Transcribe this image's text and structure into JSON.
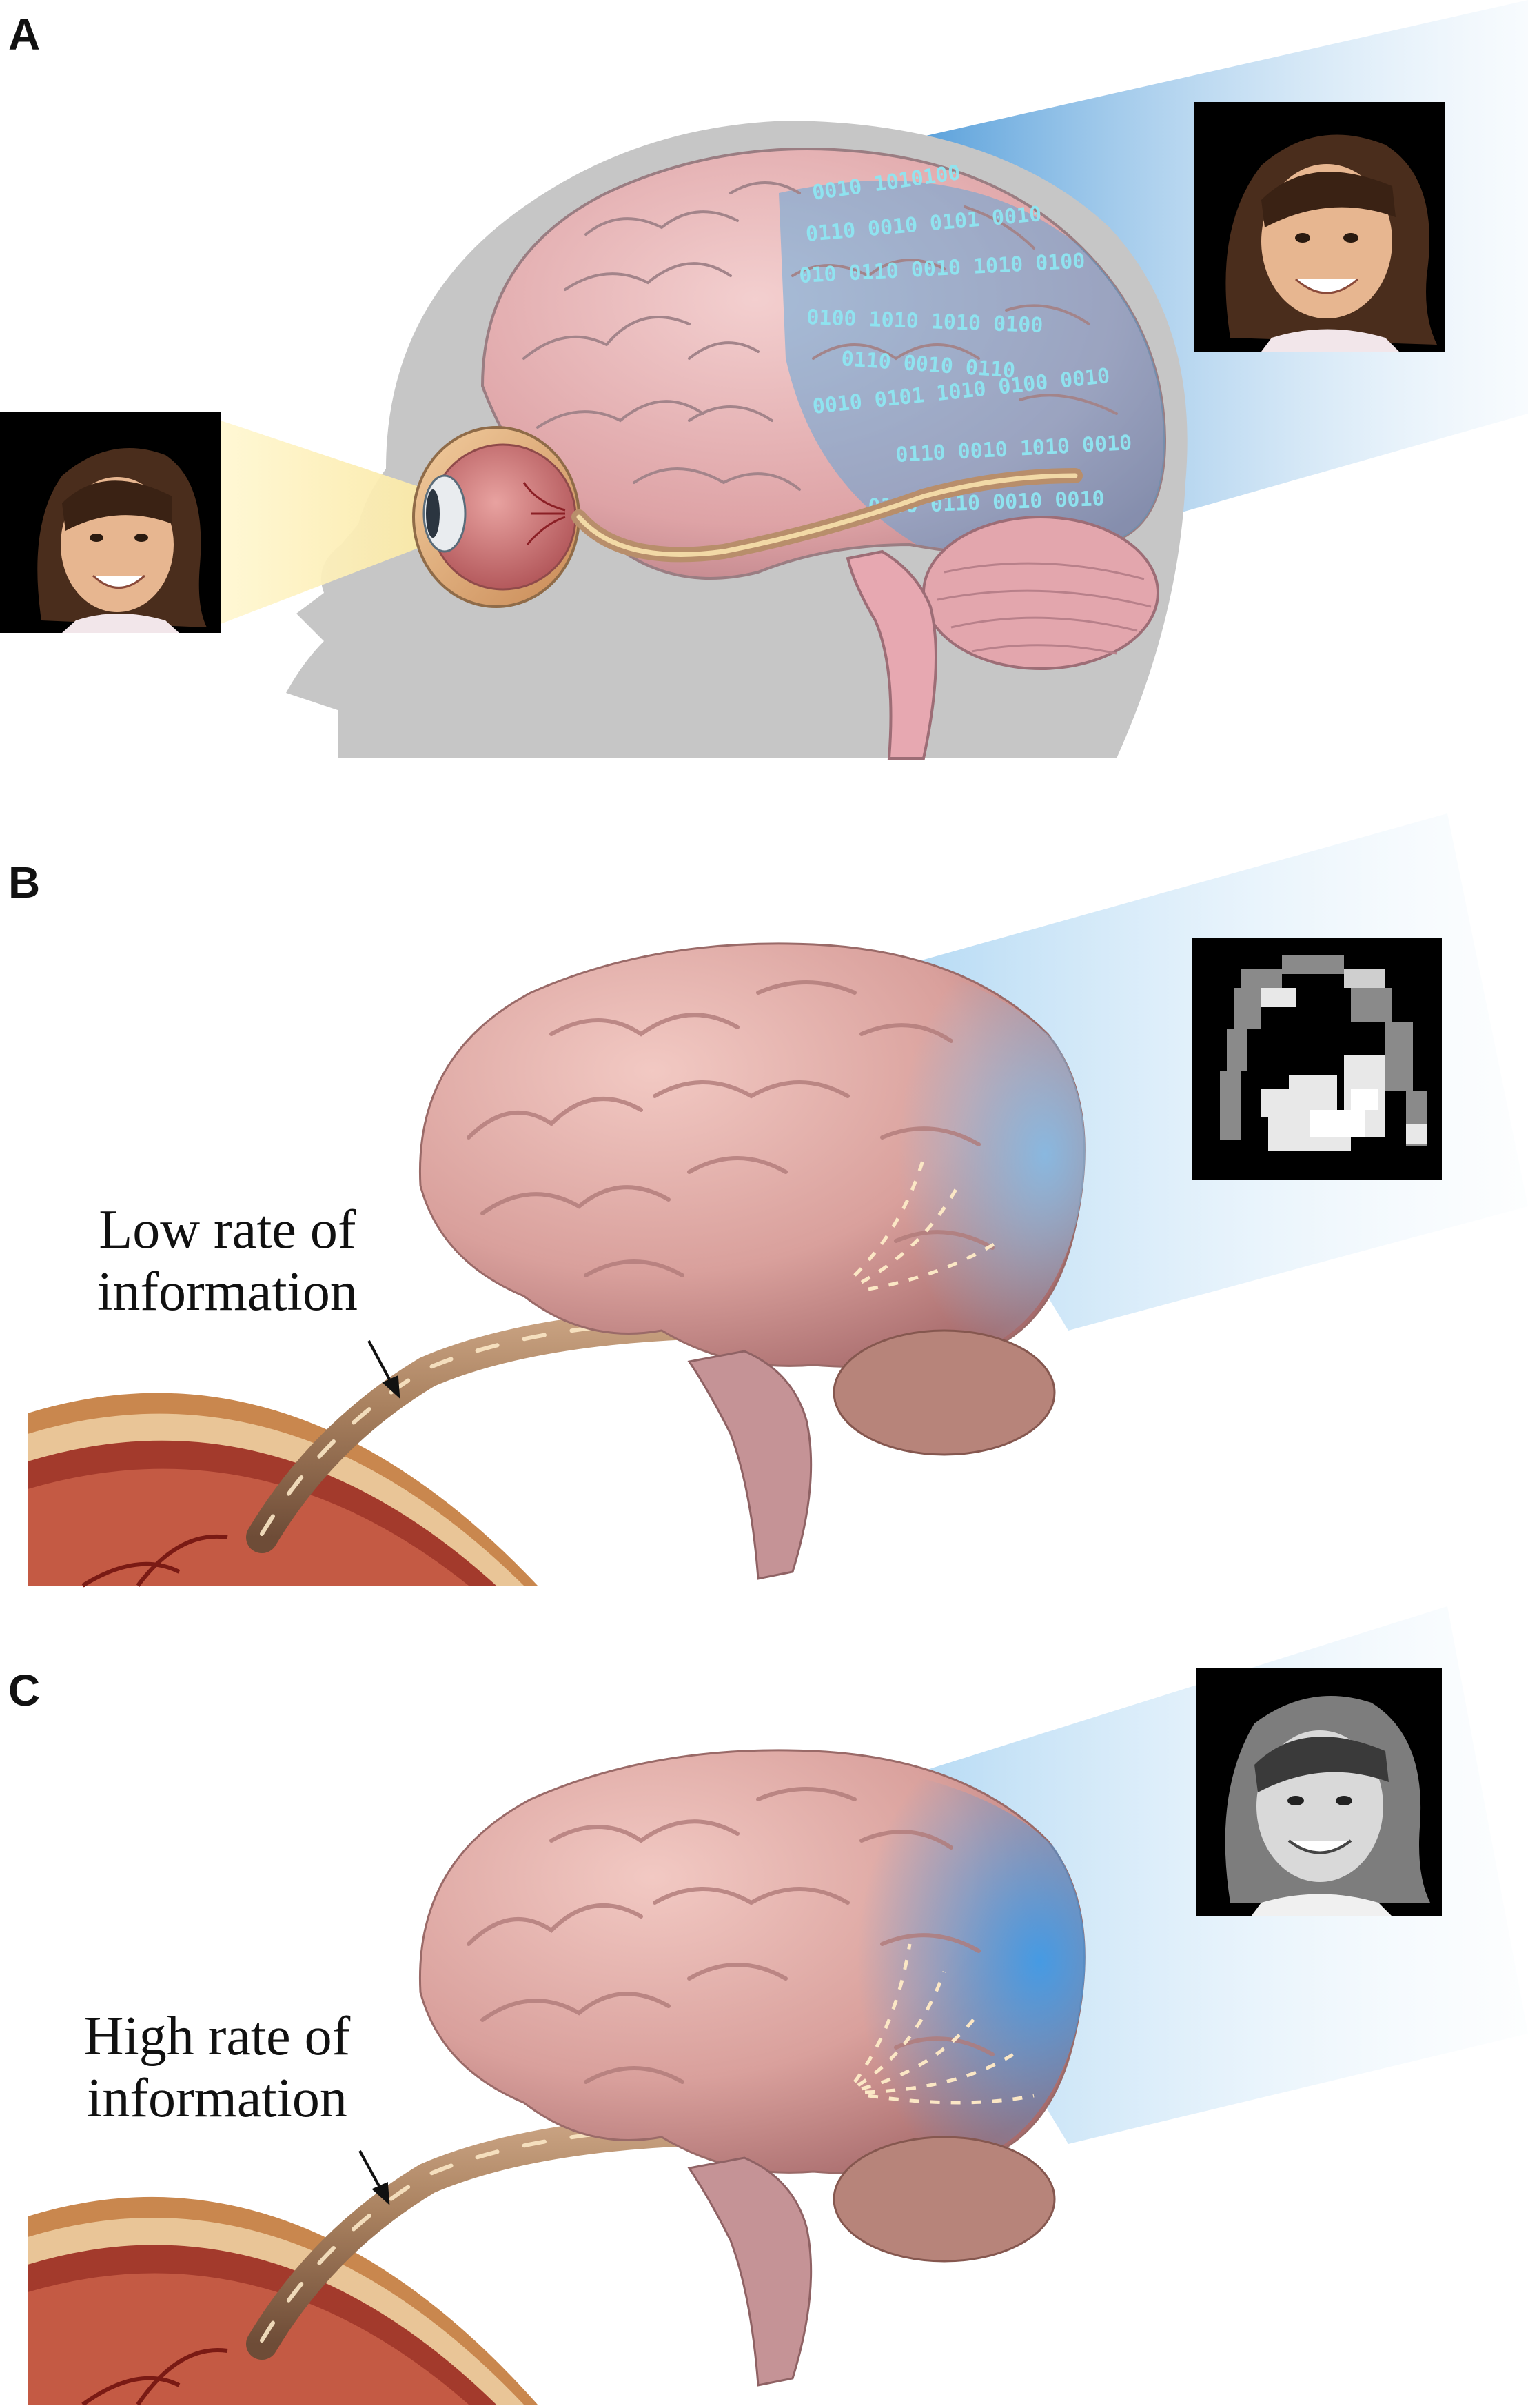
{
  "panels": [
    {
      "letter": "A"
    },
    {
      "letter": "B",
      "caption_line1": "Low rate of",
      "caption_line2": "information"
    },
    {
      "letter": "C",
      "caption_line1": "High rate of",
      "caption_line2": "information"
    }
  ],
  "binary_strings": [
    "0010 1010100",
    "0110 0010 0101 0010",
    "010 0110 0010 1010 0100",
    "0100 1010 1010 0100",
    "0110 0010 0110",
    "0010 0101 1010 0100 0010",
    "0110 0010 1010 0010",
    "0100 0110 0010 0010"
  ],
  "colors": {
    "head_silhouette": "#c7c7c7",
    "brain_pink": "#e9b3b3",
    "brain_outline": "#9a7d82",
    "visual_cortex_blue": "#4aa3df",
    "retina_light": "#fbeab0",
    "nerve": "#b88e6b",
    "binary_text": "#8fe6f2"
  }
}
